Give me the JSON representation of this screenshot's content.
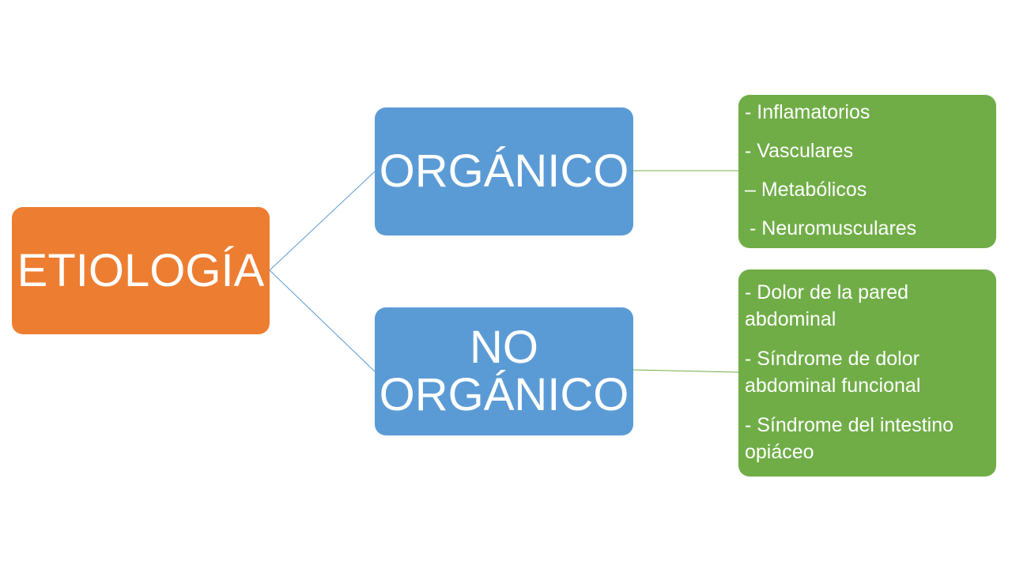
{
  "colors": {
    "root": "#ED7D31",
    "category": "#5B9BD5",
    "detail": "#70AD47",
    "connector_blue": "#5B9BD5",
    "connector_green": "#70AD47",
    "text": "#FFFFFF"
  },
  "root": {
    "label": "ETIOLOGÍA"
  },
  "categories": [
    {
      "label": "ORGÁNICO",
      "details": [
        "- Inflamatorios",
        "- Vasculares",
        "– Metabólicos",
        " - Neuromusculares"
      ]
    },
    {
      "label": "NO ORGÁNICO",
      "details": [
        "- Dolor de la pared abdominal",
        "- Síndrome de dolor abdominal funcional",
        "- Síndrome del intestino opiáceo"
      ]
    }
  ]
}
